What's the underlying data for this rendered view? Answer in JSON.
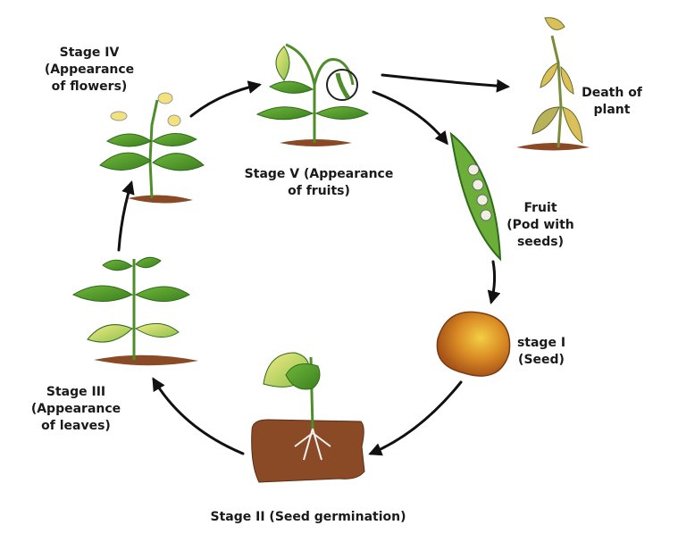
{
  "labels": {
    "stage4": [
      "Stage IV",
      "(Appearance",
      "of flowers)"
    ],
    "stage5": [
      "Stage V (Appearance",
      "of fruits)"
    ],
    "death": [
      "Death of",
      "plant"
    ],
    "fruit": [
      "Fruit",
      "(Pod with",
      "seeds)"
    ],
    "stage1": [
      "stage I",
      "(Seed)"
    ],
    "stage2": [
      "Stage II (Seed germination)"
    ],
    "stage3": [
      "Stage III",
      "(Appearance",
      "of leaves)"
    ]
  },
  "colors": {
    "leaf": "#4f9a2c",
    "leaf_dark": "#2f6b1a",
    "soil": "#8a4a25",
    "seed": "#c9761f",
    "seed_light": "#f1c54a",
    "flower": "#f3e27a",
    "dry_leaf": "#d9c05a",
    "arrow": "#111111"
  }
}
